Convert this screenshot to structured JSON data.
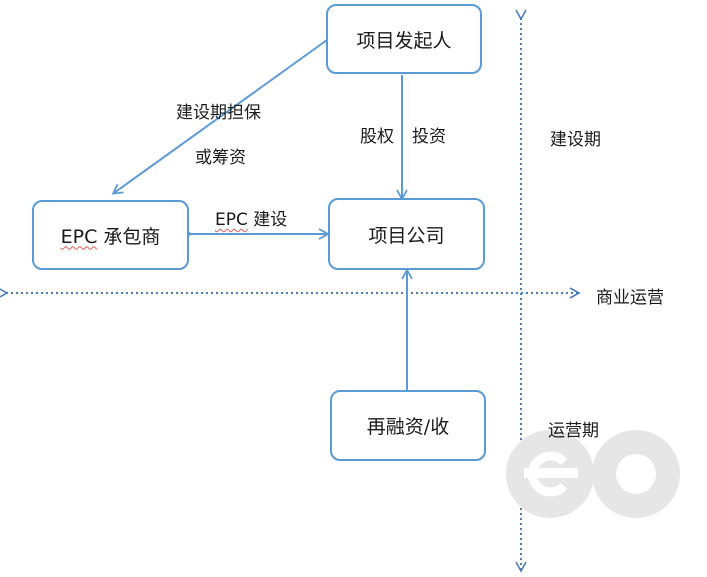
{
  "nodes": {
    "sponsor": "项目发起人",
    "project_company": "项目公司",
    "epc_prefix": "EPC",
    "epc_rest": " 承包商",
    "refinance": "再融资/收"
  },
  "edge_labels": {
    "guarantee_line1": "建设期担保",
    "guarantee_line2": "或筹资",
    "equity": "股权",
    "investment": "投资",
    "epc_build_prefix": "EPC",
    "epc_build_rest": " 建设"
  },
  "phases": {
    "construction": "建设期",
    "commercial_operation": "商业运营",
    "operation": "运营期"
  },
  "colors": {
    "box_border": "#5B9BD5",
    "arrow": "#5B9BD5",
    "dotted_axis": "#4A7EB8",
    "watermark": "#e6e6e6"
  }
}
